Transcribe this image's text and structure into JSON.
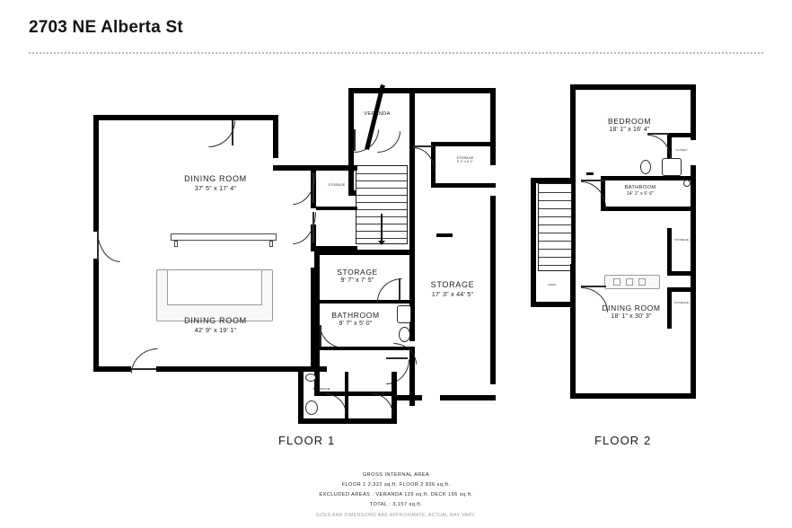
{
  "header": {
    "title": "2703 NE Alberta St"
  },
  "floors": [
    {
      "caption": "FLOOR 1",
      "rooms": [
        {
          "name": "DINING ROOM",
          "dim": "37' 5\" x 17' 4\""
        },
        {
          "name": "DINING ROOM",
          "dim": "42' 9\" x 19' 1\""
        },
        {
          "name": "VERANDA",
          "dim": ""
        },
        {
          "name": "STORAGE",
          "dim": ""
        },
        {
          "name": "STORAGE",
          "dim": "9' 2\" x 6' 1\""
        },
        {
          "name": "STORAGE",
          "dim": "9' 7\" x 7' 5\""
        },
        {
          "name": "BATHROOM",
          "dim": "9' 7\" x 5' 0\""
        },
        {
          "name": "STORAGE",
          "dim": "17' 3\" x 44' 5\""
        },
        {
          "name": "BATHROOM",
          "dim": "5' 1\" x 4' 2\""
        }
      ]
    },
    {
      "caption": "FLOOR 2",
      "rooms": [
        {
          "name": "BEDROOM",
          "dim": "18' 1\" x 16' 4\""
        },
        {
          "name": "CLOSET",
          "dim": ""
        },
        {
          "name": "BATHROOM",
          "dim": "14' 1\" x 6' 6\""
        },
        {
          "name": "STORAGE",
          "dim": ""
        },
        {
          "name": "STORAGE",
          "dim": ""
        },
        {
          "name": "DINING ROOM",
          "dim": "18' 1\" x 30' 3\""
        },
        {
          "name": "DECK",
          "dim": ""
        }
      ]
    }
  ],
  "footer": {
    "line1": "GROSS INTERNAL AREA",
    "line2": "FLOOR 1 2,322 sq.ft.    FLOOR 2 836 sq.ft.",
    "line3": "EXCLUDED AREAS :   VERANDA 129 sq.ft.    DECK 156 sq.ft.",
    "line4": "TOTAL :  3,157 sq.ft.",
    "disclaimer": "SIZES AND DIMENSIONS ARE APPROXIMATE, ACTUAL MAY VARY."
  },
  "colors": {
    "wall": "#000000",
    "background": "#ffffff",
    "text": "#1a1a1a",
    "rule": "#b9b9b9"
  }
}
